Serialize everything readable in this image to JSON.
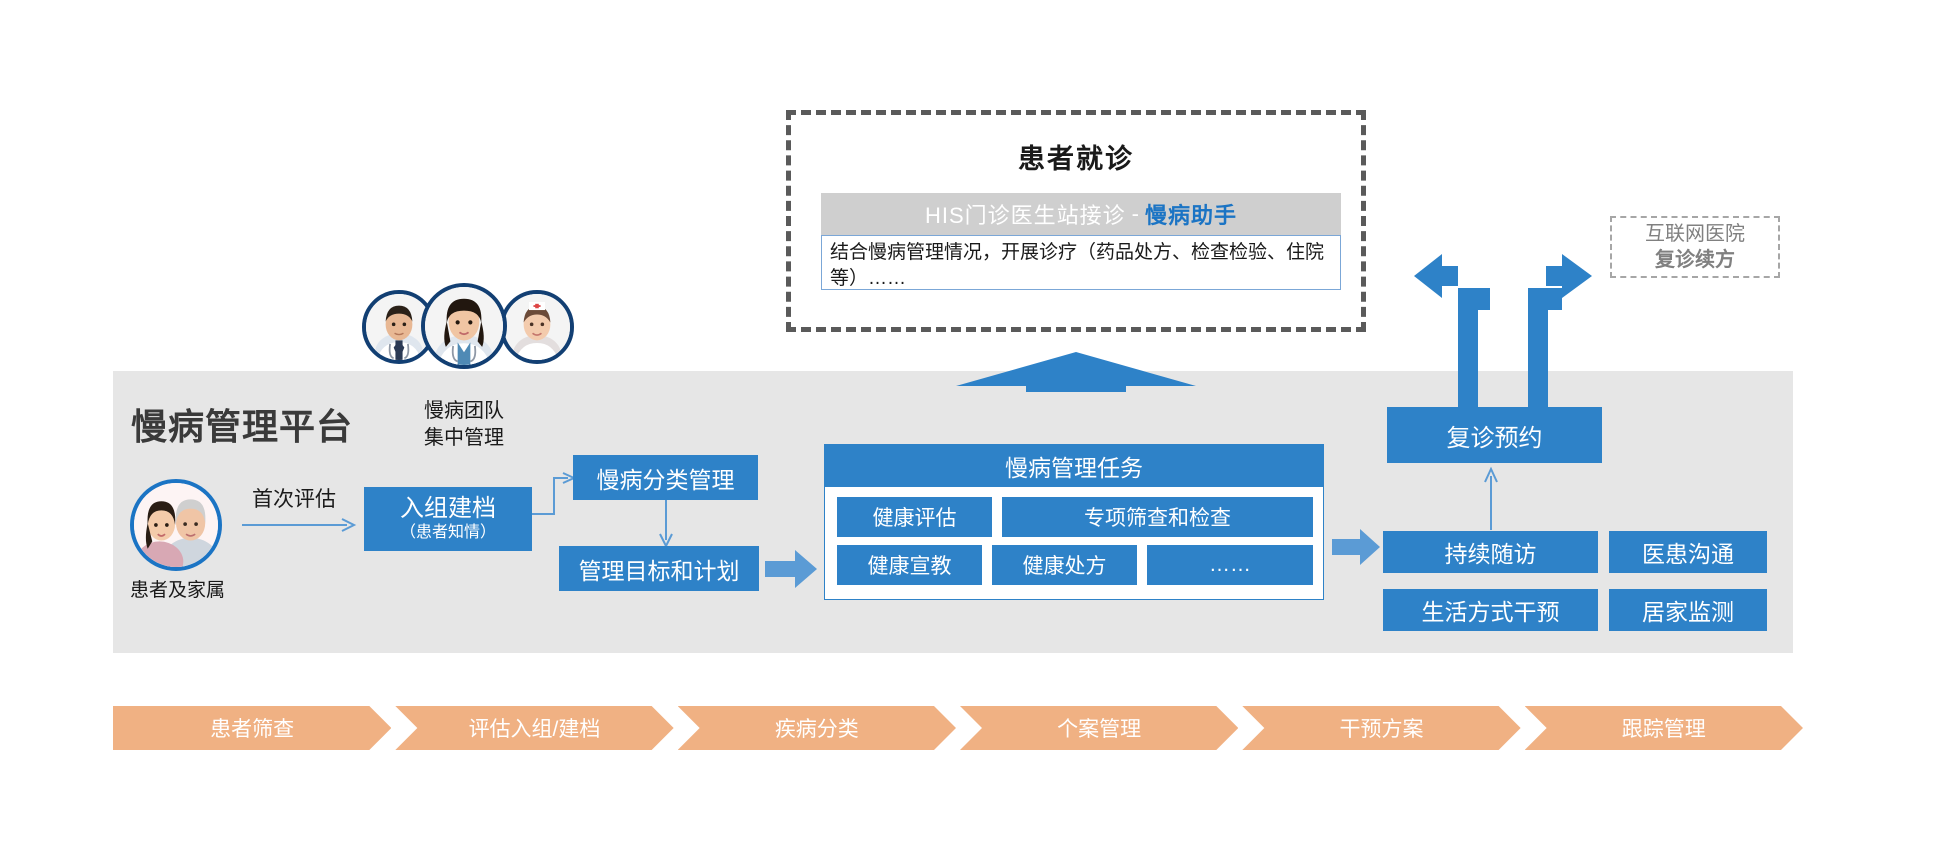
{
  "visit": {
    "title": "患者就诊",
    "his_bar": {
      "main": "HIS门诊医生站接诊",
      "separator": "-",
      "accent": "慢病助手",
      "accent_color": "#1b74c4"
    },
    "body": "结合慢病管理情况，开展诊疗（药品处方、检查检验、住院等）……"
  },
  "internet_hospital": {
    "line1": "互联网医院",
    "line2": "复诊续方"
  },
  "platform": {
    "title": "慢病管理平台",
    "team_label_line1": "慢病团队",
    "team_label_line2": "集中管理",
    "background": "#e6e6e6"
  },
  "patient": {
    "label": "患者及家属",
    "first_assessment": "首次评估"
  },
  "flow": {
    "enroll_title": "入组建档",
    "enroll_sub": "（患者知情）",
    "classify": "慢病分类管理",
    "goal_plan": "管理目标和计划"
  },
  "task_panel": {
    "header": "慢病管理任务",
    "rows": [
      [
        "健康评估",
        "专项筛查和检查"
      ],
      [
        "健康宣教",
        "健康处方",
        "……"
      ]
    ]
  },
  "right_column": {
    "revisit_booking": "复诊预约",
    "items": [
      "持续随访",
      "医患沟通",
      "生活方式干预",
      "居家监测"
    ]
  },
  "chevron_bar": {
    "steps": [
      "患者筛查",
      "评估入组/建档",
      "疾病分类",
      "个案管理",
      "干预方案",
      "跟踪管理"
    ],
    "color": "#f0b183"
  },
  "colors": {
    "blue": "#2e82c8",
    "dark_blue": "#1b74c4",
    "grey_panel": "#e6e6e6",
    "grey_bar": "#cfcfcf",
    "dashed_border": "#5a5a5a",
    "orange": "#f0b183"
  }
}
